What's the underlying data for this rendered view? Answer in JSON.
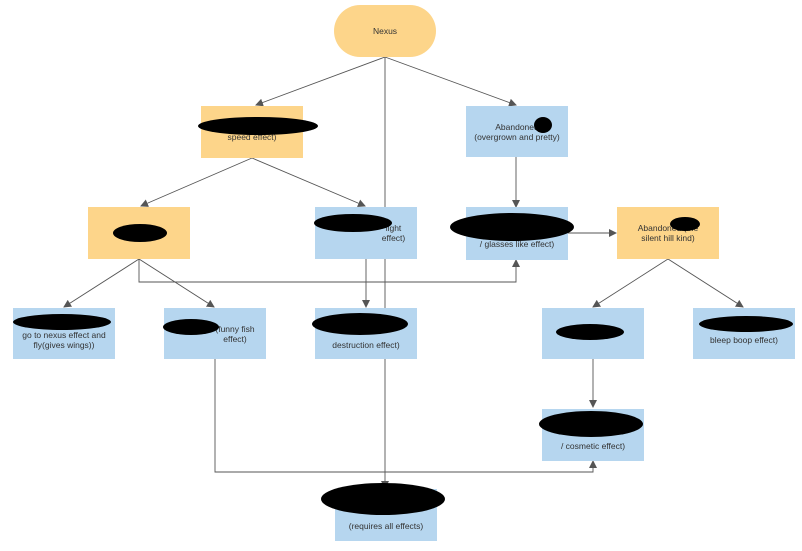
{
  "colors": {
    "yellow": "#fdd58a",
    "blue": "#b6d6ef",
    "line": "#555555",
    "redaction": "#000000"
  },
  "nodes": {
    "nexus": "Nexus",
    "speed_effect": "speed effect)",
    "abandoned_overgrown": "Abandoned\n(overgrown and pretty)",
    "yellow_redacted": "",
    "light_effect": "light\neffect)",
    "glasses_effect": "/ glasses like effect)",
    "abandoned_silent_hill": "Abandoned          (the\nsilent hill kind)",
    "go_to_nexus": "go to nexus effect and\nfly(gives wings))",
    "funny_fish": "(funny fish\neffect)",
    "destruction_effect": "destruction effect)",
    "blue_redacted": "",
    "bleep_boop": "bleep boop effect)",
    "cosmetic_effect": "/ cosmetic effect)",
    "requires_all": "(requires all effects)"
  }
}
